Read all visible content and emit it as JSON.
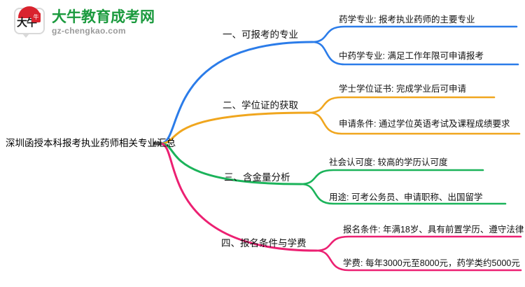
{
  "logo": {
    "seal_text": "大牛",
    "seal_mark": "牛",
    "title": "大牛教育成考网",
    "subtitle": "gz-chengkao.com",
    "title_color": "#1b9a3e",
    "seal_color": "#d9232e",
    "subtitle_color": "#9a9a9a"
  },
  "mindmap": {
    "root": {
      "label": "深圳函授本科报考执业药师相关专业汇总"
    },
    "branches": [
      {
        "label": "一、可报考的专业",
        "color": "#2b7ce9",
        "children": [
          {
            "label": "药学专业: 报考执业药师的主要专业"
          },
          {
            "label": "中药学专业: 满足工作年限可申请报考"
          }
        ]
      },
      {
        "label": "二、学位证的获取",
        "color": "#f0a61e",
        "children": [
          {
            "label": "学士学位证书: 完成学业后可申请"
          },
          {
            "label": "申请条件: 通过学位英语考试及课程成绩要求"
          }
        ]
      },
      {
        "label": "三、含金量分析",
        "color": "#1bb35a",
        "children": [
          {
            "label": "社会认可度: 较高的学历认可度"
          },
          {
            "label": "用途: 可考公务员、申请职称、出国留学"
          }
        ]
      },
      {
        "label": "四、报名条件与学费",
        "color": "#ec2072",
        "children": [
          {
            "label": "报名条件: 年满18岁、具有前置学历、遵守法律"
          },
          {
            "label": "学费: 每年3000元至8000元，药学类约5000元"
          }
        ]
      }
    ]
  }
}
